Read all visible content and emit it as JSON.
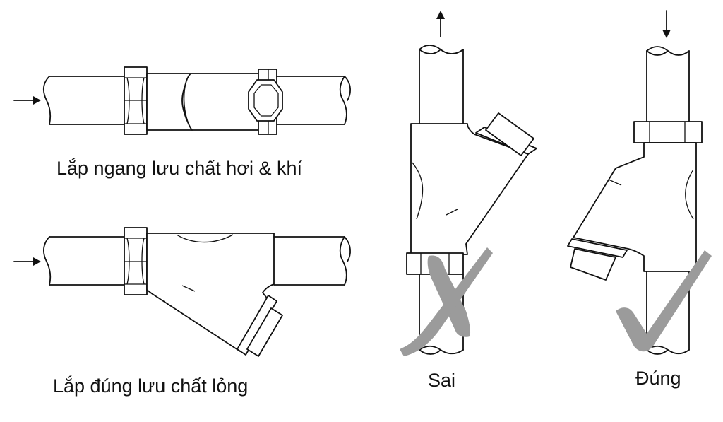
{
  "labels": {
    "horizontal": "Lắp ngang lưu chất hơi & khí",
    "liquid": "Lắp đúng lưu chất lỏng",
    "wrong": "Sai",
    "right": "Đúng"
  },
  "icons": {
    "flow_arrow_1": "arrow-right",
    "flow_arrow_2": "arrow-right",
    "flow_arrow_3": "arrow-up",
    "flow_arrow_4": "arrow-down",
    "wrong_mark": "cross-mark",
    "right_mark": "check-mark"
  },
  "colors": {
    "line": "#111111",
    "mark": "#9b9b9b",
    "background": "#ffffff"
  }
}
